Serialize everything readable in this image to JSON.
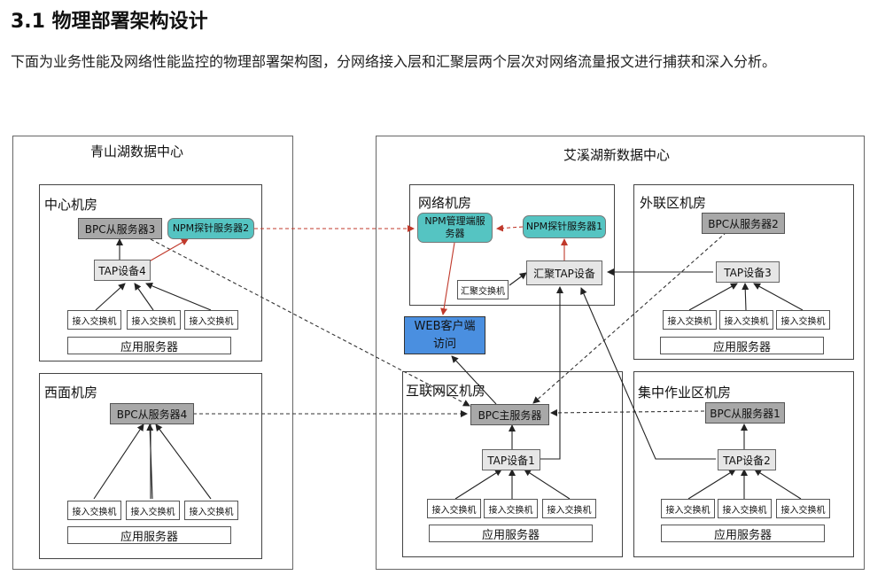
{
  "section": {
    "heading": "3.1 物理部署架构设计",
    "paragraph": "下面为业务性能及网络性能监控的物理部署架构图，分网络接入层和汇聚层两个层次对网络流量报文进行捕获和深入分析。"
  },
  "diagram": {
    "dc_left": "青山湖数据中心",
    "dc_right": "艾溪湖新数据中心",
    "rooms": {
      "center": "中心机房",
      "west": "西面机房",
      "network": "网络机房",
      "external": "外联区机房",
      "internet": "互联网区机房",
      "ops": "集中作业区机房"
    },
    "nodes": {
      "bpc3": "BPC从服务器3",
      "npm2": "NPM探针服务器2",
      "tap4": "TAP设备4",
      "bpc4": "BPC从服务器4",
      "npm_mgr": "NPM管理端服务器",
      "npm1": "NPM探针服务器1",
      "agg_switch": "汇聚交换机",
      "agg_tap": "汇聚TAP设备",
      "bpc2": "BPC从服务器2",
      "tap3": "TAP设备3",
      "web_client": "WEB客户端访问",
      "bpc_main": "BPC主服务器",
      "tap1": "TAP设备1",
      "bpc1": "BPC从服务器1",
      "tap2": "TAP设备2"
    },
    "access_switch": "接入交换机",
    "app_server": "应用服务器"
  }
}
